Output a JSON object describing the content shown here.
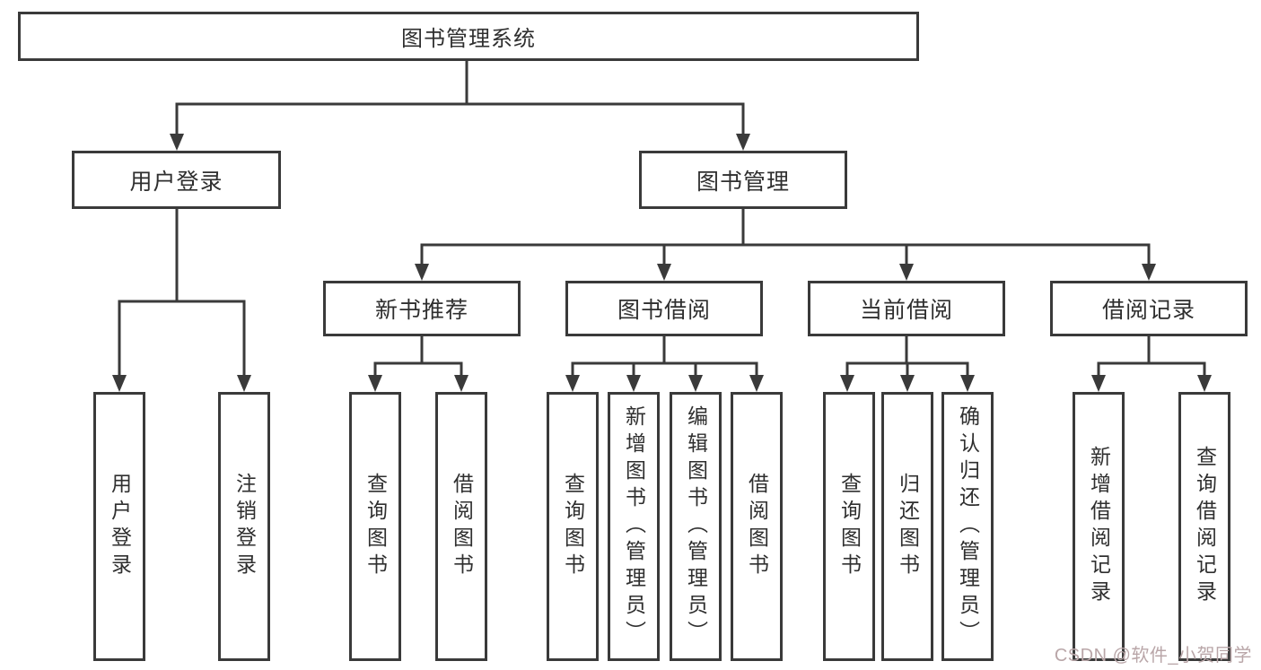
{
  "nodes": {
    "root": "图书管理系统",
    "level2": [
      "用户登录",
      "图书管理"
    ],
    "level3": [
      "新书推荐",
      "图书借阅",
      "当前借阅",
      "借阅记录"
    ],
    "leaves": [
      "用户登录",
      "注销登录",
      "查询图书",
      "借阅图书",
      "查询图书",
      "新增图书（管理员）",
      "编辑图书（管理员）",
      "借阅图书",
      "查询图书",
      "归还图书",
      "确认归还（管理员）",
      "新增借阅记录",
      "查询借阅记录"
    ]
  },
  "watermark": "CSDN @软件_小贺同学",
  "colors": {
    "line": "#3a3a3a",
    "text": "#333333",
    "background": "#ffffff",
    "watermark": "#b9a6a8"
  }
}
